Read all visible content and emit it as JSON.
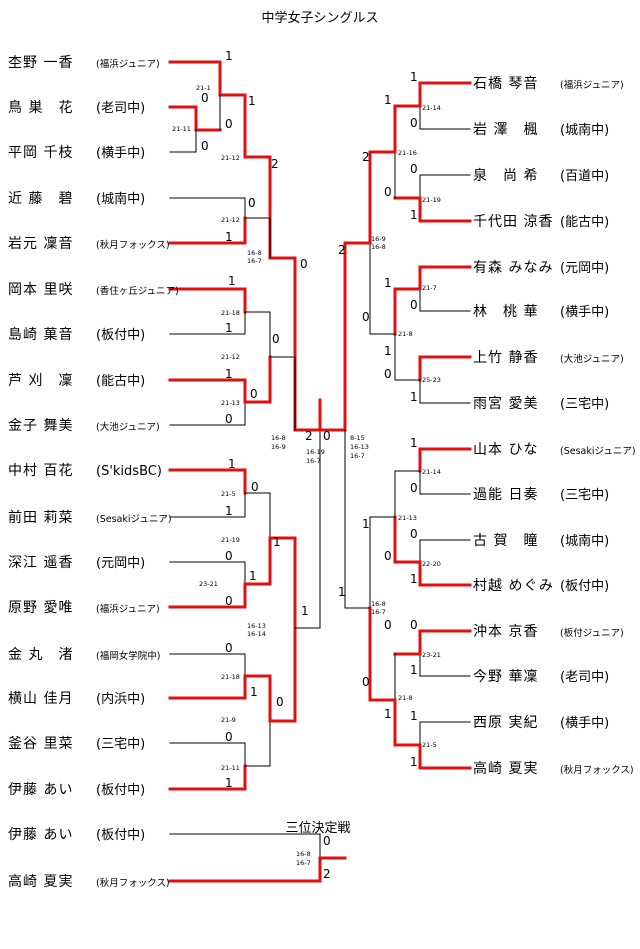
{
  "title": "中学女子シングルス",
  "third_place_title": "三位決定戦",
  "colors": {
    "win_line": "#e01010",
    "line": "#000000"
  },
  "left_players": [
    {
      "name": "杢野 一香",
      "club": "(福浜ジュニア)",
      "small": true
    },
    {
      "name": "鳥 巣　花",
      "club": "(老司中)",
      "small": false
    },
    {
      "name": "平岡 千枝",
      "club": "(横手中)",
      "small": false
    },
    {
      "name": "近 藤　碧",
      "club": "(城南中)",
      "small": false
    },
    {
      "name": "岩元 凜音",
      "club": "(秋月フォックス)",
      "small": true
    },
    {
      "name": "岡本 里咲",
      "club": "(香住ヶ丘ジュニア)",
      "small": true
    },
    {
      "name": "島崎 菓音",
      "club": "(板付中)",
      "small": false
    },
    {
      "name": "芦 刈　凜",
      "club": "(能古中)",
      "small": false
    },
    {
      "name": "金子 舞美",
      "club": "(大池ジュニア)",
      "small": true
    },
    {
      "name": "中村 百花",
      "club": "(S'kidsBC)",
      "small": false
    },
    {
      "name": "前田 莉菜",
      "club": "(Sesakiジュニア)",
      "small": true
    },
    {
      "name": "深江 遥香",
      "club": "(元岡中)",
      "small": false
    },
    {
      "name": "原野 愛唯",
      "club": "(福浜ジュニア)",
      "small": true
    },
    {
      "name": "金 丸　渚",
      "club": "(福岡女学院中)",
      "small": true
    },
    {
      "name": "横山 佳月",
      "club": "(内浜中)",
      "small": false
    },
    {
      "name": "釜谷 里菜",
      "club": "(三宅中)",
      "small": false
    },
    {
      "name": "伊藤 あい",
      "club": "(板付中)",
      "small": false
    }
  ],
  "right_players": [
    {
      "name": "石橋 琴音",
      "club": "(福浜ジュニア)",
      "small": true
    },
    {
      "name": "岩 澤　楓",
      "club": "(城南中)",
      "small": false
    },
    {
      "name": "泉　尚 希",
      "club": "(百道中)",
      "small": false
    },
    {
      "name": "千代田 涼香",
      "club": "(能古中)",
      "small": false
    },
    {
      "name": "有森 みなみ",
      "club": "(元岡中)",
      "small": false
    },
    {
      "name": "林　桃 華",
      "club": "(横手中)",
      "small": false
    },
    {
      "name": "上竹 静香",
      "club": "(大池ジュニア)",
      "small": true
    },
    {
      "name": "雨宮 愛美",
      "club": "(三宅中)",
      "small": false
    },
    {
      "name": "山本 ひな",
      "club": "(Sesakiジュニア)",
      "small": true
    },
    {
      "name": "過能 日奏",
      "club": "(三宅中)",
      "small": false
    },
    {
      "name": "古 賀　瞳",
      "club": "(城南中)",
      "small": false
    },
    {
      "name": "村越 めぐみ",
      "club": "(板付中)",
      "small": false
    },
    {
      "name": "沖本 京香",
      "club": "(板付ジュニア)",
      "small": true
    },
    {
      "name": "今野 華凜",
      "club": "(老司中)",
      "small": false
    },
    {
      "name": "西原 実紀",
      "club": "(横手中)",
      "small": false
    },
    {
      "name": "高崎 夏実",
      "club": "(秋月フォックス)",
      "small": true
    }
  ],
  "third_players": [
    {
      "name": "伊藤 あい",
      "club": "(板付中)",
      "small": false
    },
    {
      "name": "高崎 夏実",
      "club": "(秋月フォックス)",
      "small": true
    }
  ],
  "left_results": [
    "1",
    "1",
    "0",
    "0",
    "2",
    "0",
    "1",
    "0",
    "0",
    "1",
    "1",
    "1",
    "0",
    "0",
    "1",
    "0",
    "1",
    "1",
    "0",
    "0",
    "1",
    "1",
    "0",
    "1",
    "0",
    "1",
    "0",
    "1",
    "0",
    "0",
    "0",
    "1",
    "2",
    "0",
    "0",
    "2",
    "2",
    "0"
  ],
  "right_results": [
    "1",
    "0",
    "0",
    "1",
    "2",
    "1",
    "0",
    "1",
    "0",
    "0",
    "1",
    "1",
    "0",
    "1",
    "0",
    "0",
    "1",
    "1",
    "0",
    "0",
    "1",
    "1",
    "0",
    "1",
    "0",
    "1",
    "0",
    "2",
    "1",
    "0"
  ],
  "center_results": [
    "2",
    "0"
  ],
  "third_results": [
    "0",
    "2"
  ],
  "left_scores": [
    "21-1",
    "21-11",
    "21-12",
    "21-12",
    "16-8",
    "16-7",
    "21-18",
    "21-12",
    "21-13",
    "21-5",
    "21-19",
    "23-21",
    "16-13",
    "16-14",
    "21-18",
    "21-9",
    "21-11",
    "16-8",
    "16-9"
  ],
  "right_scores": [
    "21-14",
    "21-16",
    "21-19",
    "16-9",
    "16-8",
    "21-7",
    "21-8",
    "25-23",
    "21-14",
    "21-13",
    "22-20",
    "16-8",
    "16-7",
    "23-21",
    "21-8",
    "21-5"
  ],
  "center_scores": [
    "16-19",
    "16-7",
    "8-15",
    "16-13",
    "16-7"
  ],
  "third_scores": [
    "16-8",
    "16-7"
  ]
}
